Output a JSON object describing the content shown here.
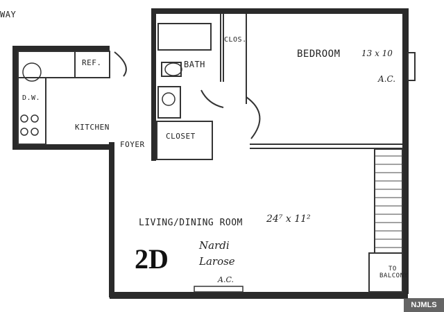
{
  "header_fragment": "WAY",
  "rooms": {
    "bedroom": "BEDROOM",
    "bedroom_size": "13 x 10",
    "bedroom_ac": "A.C.",
    "closet_small": "CLOS.",
    "bath": "BATH",
    "ref": "REF.",
    "dw": "D.W.",
    "kitchen": "KITCHEN",
    "foyer": "FOYER",
    "closet": "CLOSET",
    "living": "LIVING/DINING ROOM",
    "living_size": "24⁷ x 11²",
    "living_ac": "A.C.",
    "balcony_to": "TO",
    "balcony": "BALCONY"
  },
  "unit_label": "2D",
  "names": {
    "line1": "Nardi",
    "line2": "Larose"
  },
  "watermark": "NJMLS",
  "colors": {
    "wall": "#2a2a2a",
    "line": "#333333",
    "paper": "#ffffff"
  }
}
